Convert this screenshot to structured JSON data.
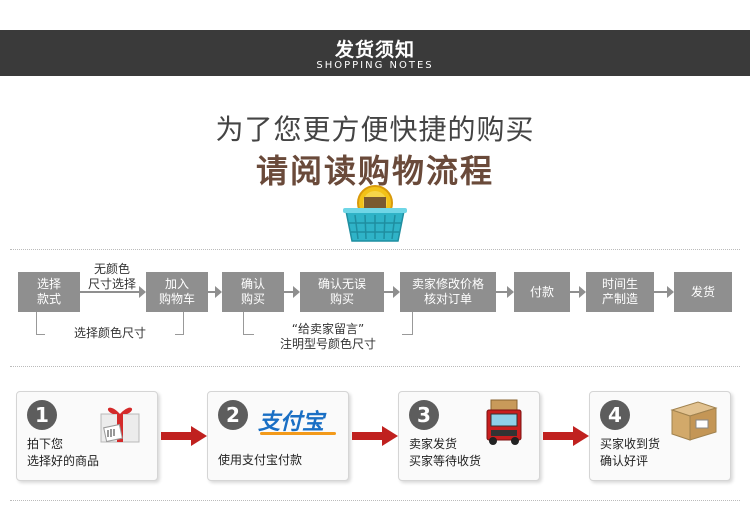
{
  "header": {
    "title": "发货须知",
    "subtitle": "SHOPPING NOTES"
  },
  "headline": {
    "line1": "为了您更方便快捷的购买",
    "line2": "请阅读购物流程"
  },
  "flow": {
    "steps": [
      "选择\n款式",
      "加入\n购物车",
      "确认\n购买",
      "确认无误\n购买",
      "卖家修改价格\n核对订单",
      "付款",
      "时间生\n产制造",
      "发货"
    ],
    "notes": {
      "top_between_1_2": "无颜色\n尺寸选择",
      "bottom_1_2": "选择颜色尺寸",
      "bottom_3_4": "“给卖家留言”\n注明型号颜色尺寸"
    }
  },
  "process": [
    {
      "number": "1",
      "text": "拍下您\n选择好的商品",
      "icon": "gift-tag-icon"
    },
    {
      "number": "2",
      "text": "使用支付宝付款",
      "logo_text": "支付宝",
      "icon": "alipay-logo"
    },
    {
      "number": "3",
      "text": "卖家发货\n买家等待收货",
      "icon": "delivery-truck-icon"
    },
    {
      "number": "4",
      "text": "买家收到货\n确认好评",
      "icon": "package-box-icon"
    }
  ],
  "colors": {
    "header_bg": "#3a3a3a",
    "step_bg": "#8f8f8f",
    "arrow_red": "#c0211f",
    "headline2": "#6a4a3a"
  }
}
